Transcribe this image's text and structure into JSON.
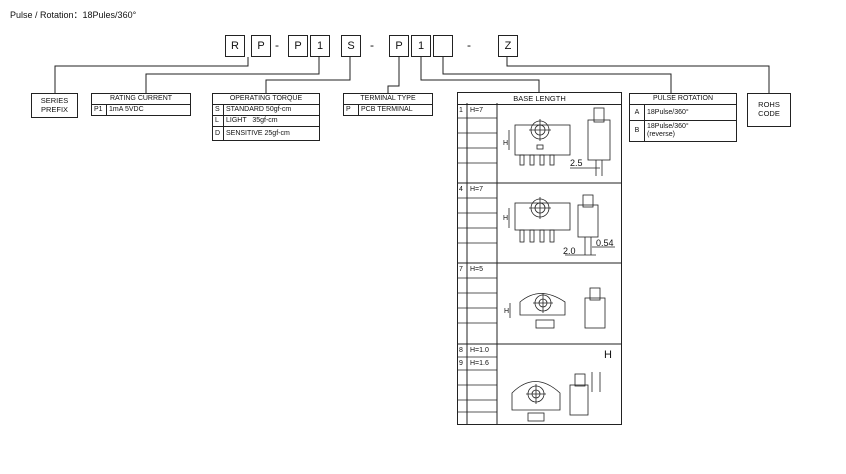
{
  "header": "Pulse / Rotation：18Pules/360°",
  "code_boxes": [
    "R",
    "P",
    "P",
    "1",
    "S",
    "P",
    "1",
    "",
    "Z"
  ],
  "separators": [
    "-",
    "-",
    "-",
    "-"
  ],
  "series": {
    "title": "SERIES\nPREFIX"
  },
  "rating": {
    "title": "RATING CURRENT",
    "rows": [
      [
        "P1",
        "1mA 5VDC"
      ]
    ]
  },
  "torque": {
    "title": "OPERATING TORQUE",
    "rows": [
      [
        "S",
        "STANDARD 50gf-cm"
      ],
      [
        "L",
        "LIGHT   35gf-cm"
      ],
      [
        "D",
        "SENSITIVE 25gf-cm"
      ]
    ]
  },
  "terminal": {
    "title": "TERMINAL TYPE",
    "rows": [
      [
        "P",
        "PCB TERMINAL"
      ]
    ]
  },
  "base": {
    "title": "BASE LENGTH",
    "sections": [
      {
        "code": "1",
        "h": "H=7",
        "dims": [
          "H",
          "2.5"
        ]
      },
      {
        "code": "4",
        "h": "H=7",
        "dims": [
          "H",
          "2.0",
          "0.54"
        ]
      },
      {
        "code": "7",
        "h": "H=5",
        "dims": [
          "H"
        ]
      },
      {
        "codes": [
          "8",
          "9"
        ],
        "hs": [
          "H=1.0",
          "H=1.6"
        ],
        "dims": [
          "H"
        ]
      }
    ]
  },
  "pulse": {
    "title": "PULSE ROTATION",
    "rows": [
      [
        "A",
        "18Pulse/360°"
      ],
      [
        "B",
        "18Pulse/360°\n(reverse)"
      ]
    ]
  },
  "rohs": {
    "title": "ROHS\nCODE"
  }
}
